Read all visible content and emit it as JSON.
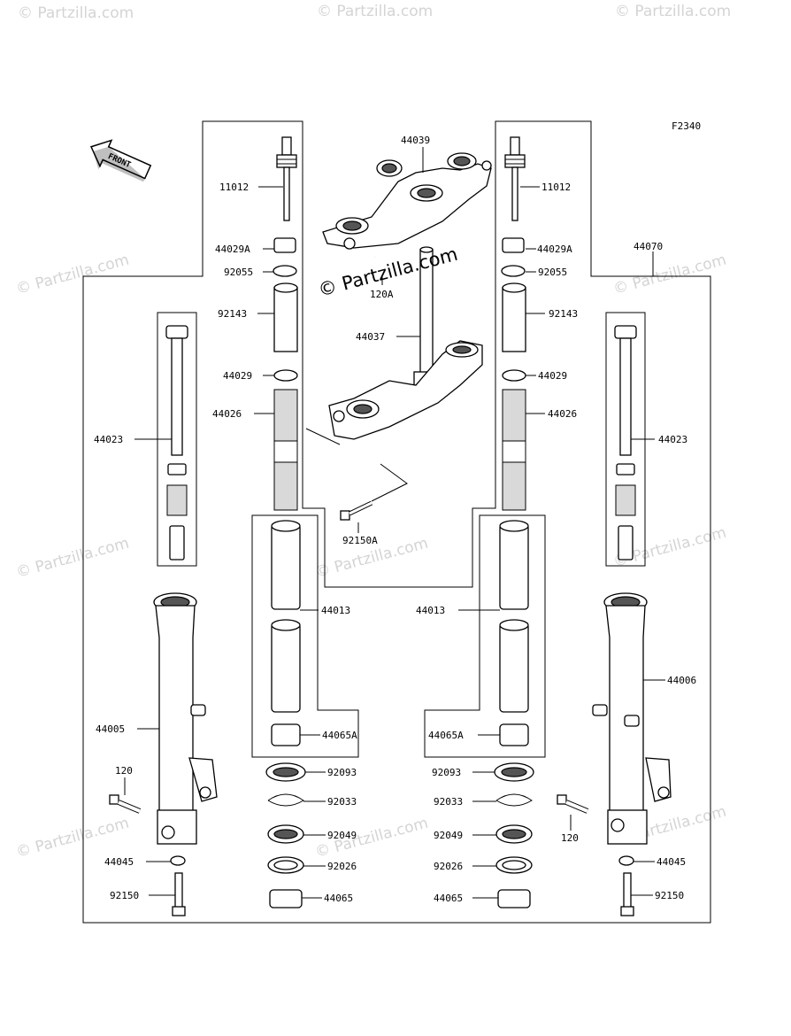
{
  "figure_code": "F2340",
  "front_label": "FRONT",
  "watermark": "© Partzilla.com",
  "parts": {
    "p11012": "11012",
    "p44039": "44039",
    "p44029A": "44029A",
    "p92055": "92055",
    "p120A": "120A",
    "p44070": "44070",
    "p92143": "92143",
    "p44037": "44037",
    "p44029": "44029",
    "p44026": "44026",
    "p44023": "44023",
    "p92150A": "92150A",
    "p44013": "44013",
    "p44005": "44005",
    "p44006": "44006",
    "p44065A": "44065A",
    "p92093": "92093",
    "p120": "120",
    "p92033": "92033",
    "p92049": "92049",
    "p44045": "44045",
    "p92026": "92026",
    "p92150": "92150",
    "p44065": "44065"
  }
}
